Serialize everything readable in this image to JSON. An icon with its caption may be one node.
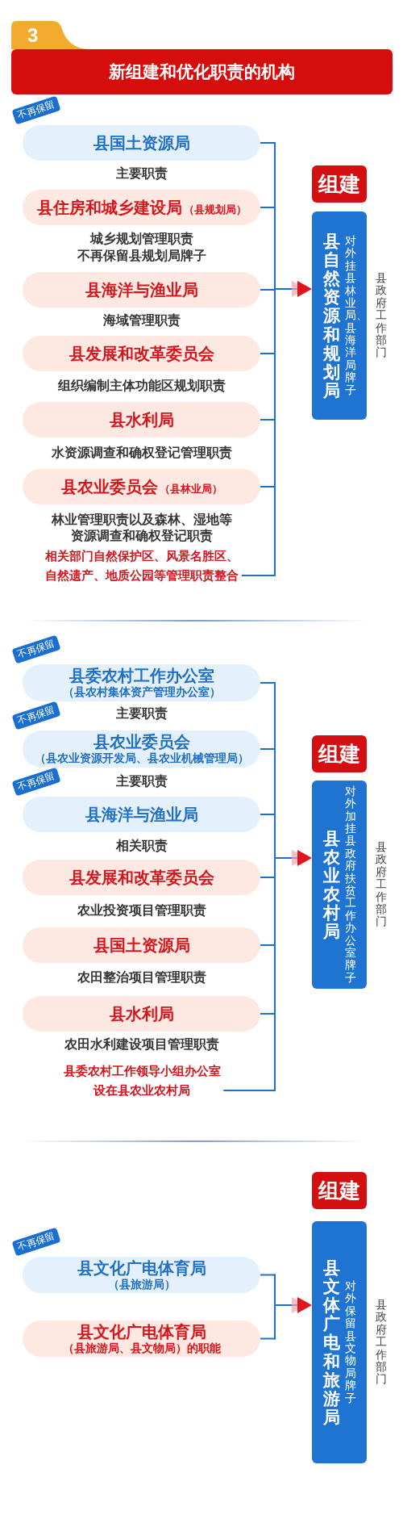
{
  "diagram": {
    "title": "新组建和优化职责的机构",
    "nodes": [
      {
        "text": [
          "3"
        ]
      },
      {
        "text": [
          "不再保留"
        ]
      },
      {
        "text": [
          "县国土资源局"
        ],
        "beside": [
          "主要职责"
        ]
      },
      {
        "text": [
          "县住房和城乡建设局",
          "（县规划局）"
        ],
        "beside": [
          "城乡规划管理职责",
          "不再保留县规划局牌子"
        ]
      },
      {
        "text": [
          "县海洋与渔业局"
        ],
        "beside": [
          "海域管理职责"
        ]
      },
      {
        "text": [
          "县发展和改革委员会"
        ],
        "beside": [
          "组织编制主体功能区规划职责"
        ]
      },
      {
        "text": [
          "县水利局"
        ],
        "beside": [
          "水资源调查和确权登记管理职责"
        ]
      },
      {
        "text": [
          "县农业委员会",
          "（县林业局）"
        ],
        "beside": [
          "林业管理职责以及森林、湿地等资源调查和确权登记职责"
        ]
      },
      {
        "text": [
          "相关部门自然保护区、风景名胜区、自然遗产、地质公园等管理职责整合"
        ]
      },
      {
        "text": [
          "组建"
        ]
      },
      {
        "text": [
          "县自然资源和规划局",
          "对外挂县林业局、县海洋局牌子"
        ],
        "beside": [
          "县政府工作部门"
        ]
      },
      {
        "text": [
          "不再保留"
        ]
      },
      {
        "text": [
          "县委农村工作办公室",
          "（县农村集体资产管理办公室）"
        ],
        "beside": [
          "主要职责"
        ]
      },
      {
        "text": [
          "不再保留"
        ]
      },
      {
        "text": [
          "县农业委员会",
          "（县农业资源开发局、县农业机械管理局）"
        ],
        "beside": [
          "主要职责"
        ]
      },
      {
        "text": [
          "不再保留"
        ]
      },
      {
        "text": [
          "县海洋与渔业局"
        ],
        "beside": [
          "相关职责"
        ]
      },
      {
        "text": [
          "县发展和改革委员会"
        ],
        "beside": [
          "农业投资项目管理职责"
        ]
      },
      {
        "text": [
          "县国土资源局"
        ],
        "beside": [
          "农田整治项目管理职责"
        ]
      },
      {
        "text": [
          "县水利局"
        ],
        "beside": [
          "农田水利建设项目管理职责"
        ]
      },
      {
        "text": [
          "县委农村工作领导小组办公室设在县农业农村局"
        ]
      },
      {
        "text": [
          "组建"
        ]
      },
      {
        "text": [
          "县农业农村局",
          "对外加挂县政府扶贫工作办公室牌子"
        ],
        "beside": [
          "县政府工作部门"
        ]
      },
      {
        "text": [
          "不再保留"
        ]
      },
      {
        "text": [
          "县文化广电体育局",
          "（县旅游局）"
        ]
      },
      {
        "text": [
          "县文化广电体育局",
          "（县旅游局、县文物局）的职能"
        ]
      },
      {
        "text": [
          "组建"
        ]
      },
      {
        "text": [
          "县文体广电和旅游局",
          "对外保留县文物局牌子"
        ],
        "beside": [
          "县政府工作部门"
        ]
      }
    ],
    "edges": [
      {
        "from": 2,
        "to": 10,
        "arrow": "to"
      },
      {
        "from": 3,
        "to": 10,
        "arrow": "to"
      },
      {
        "from": 4,
        "to": 10,
        "arrow": "to"
      },
      {
        "from": 5,
        "to": 10,
        "arrow": "to"
      },
      {
        "from": 6,
        "to": 10,
        "arrow": "to"
      },
      {
        "from": 7,
        "to": 10,
        "arrow": "to"
      },
      {
        "from": 8,
        "to": 10,
        "arrow": "to"
      },
      {
        "from": 12,
        "to": 22,
        "arrow": "to"
      },
      {
        "from": 14,
        "to": 22,
        "arrow": "to"
      },
      {
        "from": 16,
        "to": 22,
        "arrow": "to"
      },
      {
        "from": 17,
        "to": 22,
        "arrow": "to"
      },
      {
        "from": 18,
        "to": 22,
        "arrow": "to"
      },
      {
        "from": 19,
        "to": 22,
        "arrow": "to"
      },
      {
        "from": 20,
        "to": 22,
        "arrow": "to"
      },
      {
        "from": 24,
        "to": 27,
        "arrow": "to"
      },
      {
        "from": 25,
        "to": 27,
        "arrow": "to"
      }
    ]
  }
}
